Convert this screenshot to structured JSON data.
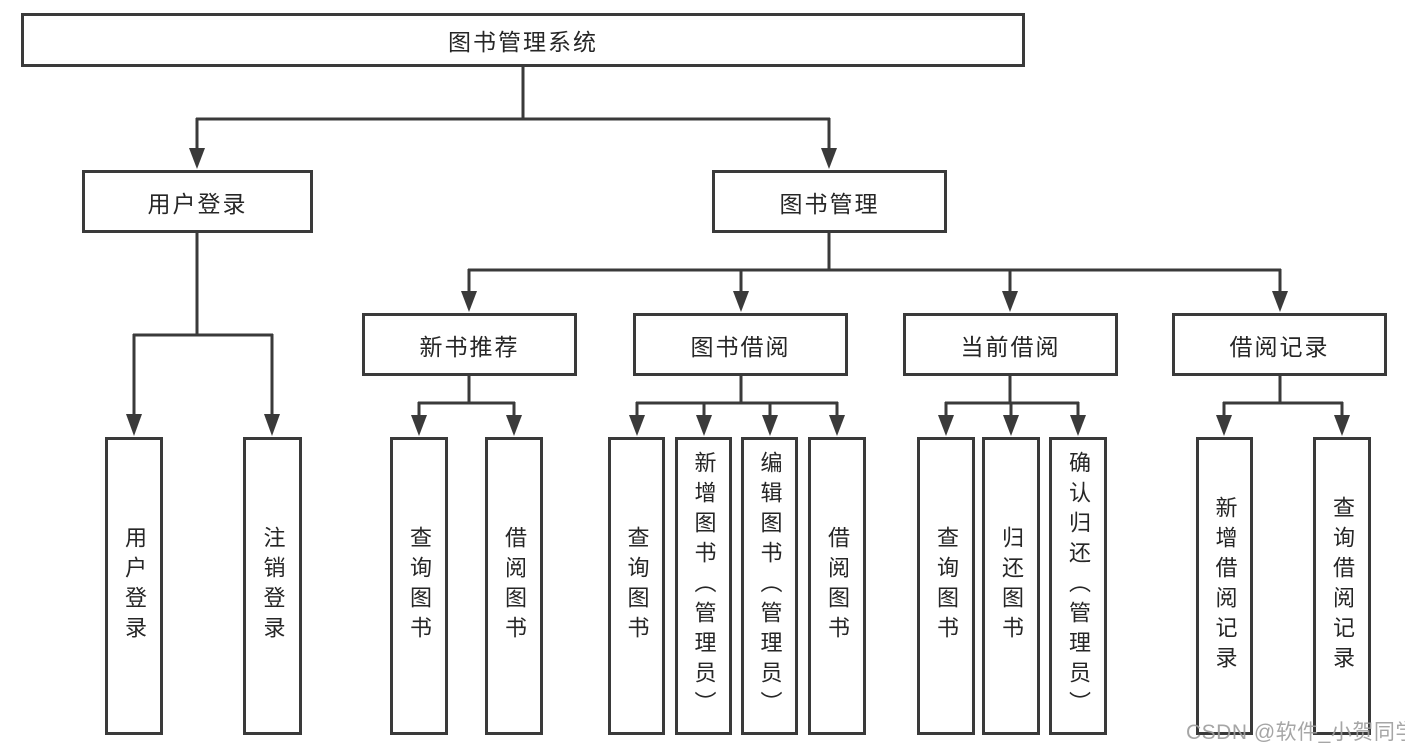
{
  "tree": {
    "root": {
      "label": "图书管理系统"
    },
    "level2": [
      {
        "label": "用户登录",
        "children": [
          {
            "label": "用户登录"
          },
          {
            "label": "注销登录"
          }
        ]
      },
      {
        "label": "图书管理",
        "children": [
          {
            "label": "新书推荐",
            "children": [
              {
                "label": "查询图书"
              },
              {
                "label": "借阅图书"
              }
            ]
          },
          {
            "label": "图书借阅",
            "children": [
              {
                "label": "查询图书"
              },
              {
                "label": "新增图书（管理员）"
              },
              {
                "label": "编辑图书（管理员）"
              },
              {
                "label": "借阅图书"
              }
            ]
          },
          {
            "label": "当前借阅",
            "children": [
              {
                "label": "查询图书"
              },
              {
                "label": "归还图书"
              },
              {
                "label": "确认归还（管理员）"
              }
            ]
          },
          {
            "label": "借阅记录",
            "children": [
              {
                "label": "新增借阅记录"
              },
              {
                "label": "查询借阅记录"
              }
            ]
          }
        ]
      }
    ]
  },
  "watermark": {
    "text": "CSDN @软件_小贺同学"
  },
  "colors": {
    "line": "#3a3a3a",
    "text": "#262626",
    "background": "#ffffff",
    "watermark": "#9e9e9e"
  }
}
